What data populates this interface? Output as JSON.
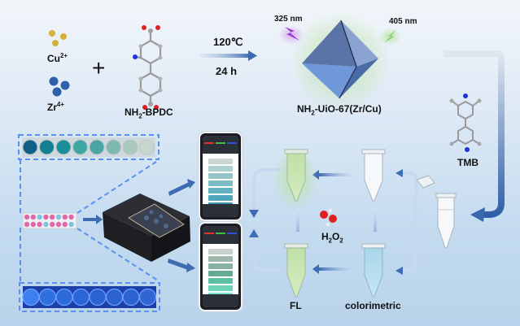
{
  "reagents": {
    "cu": {
      "base": "Cu",
      "charge": "2+"
    },
    "zr": {
      "base": "Zr",
      "charge": "4+"
    },
    "plus": "+",
    "linker": {
      "pre": "NH",
      "sub": "2",
      "post": "-BPDC"
    }
  },
  "reaction": {
    "temperature": "120℃",
    "time": "24 h"
  },
  "product": {
    "pre": "NH",
    "sub": "2",
    "post": "-UiO-67(Zr/Cu)",
    "excitation": "325 nm",
    "emission": "405 nm"
  },
  "substrate": {
    "label": "TMB"
  },
  "oxidant": {
    "pre": "H",
    "sub1": "2",
    "mid": "O",
    "sub2": "2"
  },
  "modes": {
    "fluorescence": "FL",
    "colorimetric": "colorimetric"
  },
  "colors": {
    "colorimetric_wells": [
      "#0f5f86",
      "#127f95",
      "#1a8f98",
      "#3fa8a5",
      "#4aa5a2",
      "#7cb8ae",
      "#a9c9bb",
      "#c5d6cd"
    ],
    "fl_wells": [
      "#3d7ff0",
      "#2f6fe0",
      "#2c6ada",
      "#2a66d6",
      "#2962d2",
      "#2a62d0",
      "#2b64d2",
      "#3066d4"
    ],
    "strip_row": [
      "pink",
      "pink",
      "blue",
      "pink",
      "pink",
      "blue",
      "pink",
      "pink"
    ],
    "phone1_swatches": [
      "#c9d6d4",
      "#aed0cf",
      "#94c6c9",
      "#79bcc4",
      "#62b2c1",
      "#4fa7bd",
      "#3a93b5",
      "#2f86ab"
    ],
    "phone2_swatches": [
      "#c7d2cd",
      "#9fb7ab",
      "#87b1a0",
      "#68a993",
      "#5cc0a4",
      "#6dd5b5",
      "#7de5c5",
      "#8af0d3"
    ],
    "accent_arrow": "#3d6cb3",
    "dashed_frame": "#5b8ff0"
  }
}
